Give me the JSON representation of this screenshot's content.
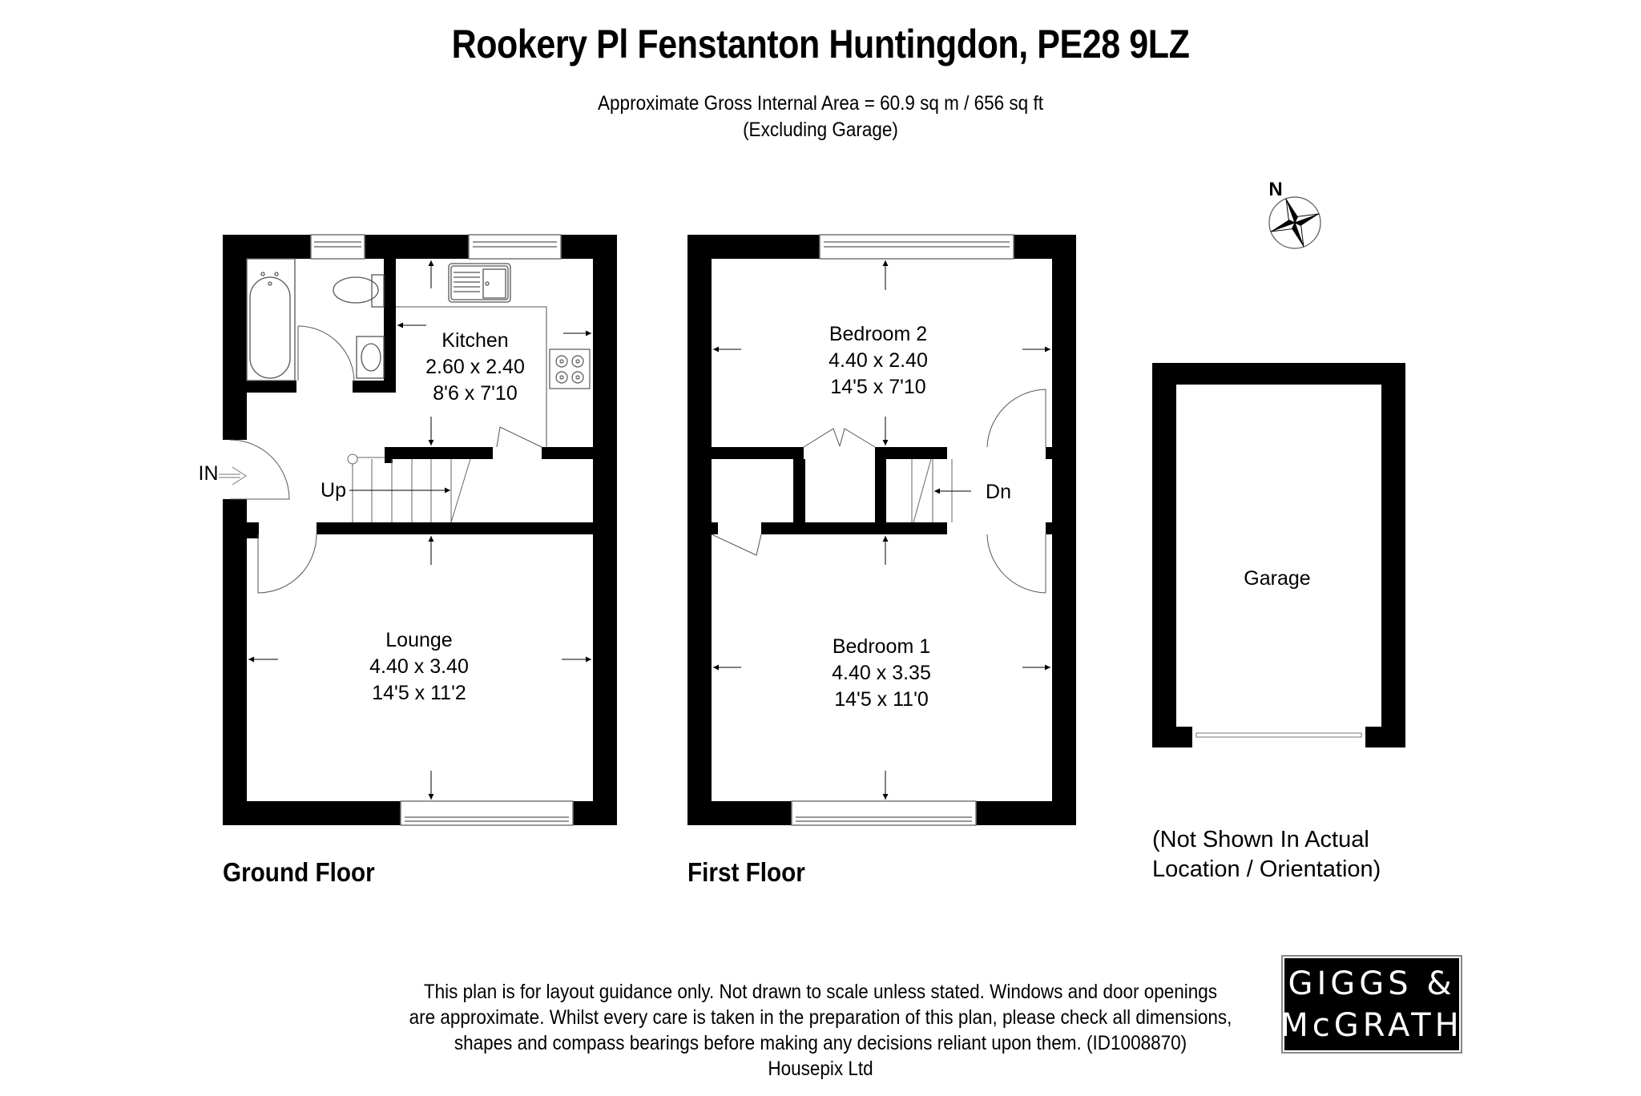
{
  "header": {
    "title": "Rookery Pl Fenstanton Huntingdon, PE28 9LZ",
    "area_line": "Approximate Gross Internal Area = 60.9 sq m / 656 sq ft",
    "area_note": "(Excluding Garage)"
  },
  "compass": {
    "label": "N",
    "icon": "compass-rose-icon"
  },
  "ground_floor": {
    "label": "Ground Floor",
    "entrance_label": "IN",
    "stairs_label": "Up",
    "rooms": [
      {
        "name": "Kitchen",
        "metric": "2.60 x 2.40",
        "imperial": "8'6 x 7'10"
      },
      {
        "name": "Lounge",
        "metric": "4.40 x 3.40",
        "imperial": "14'5 x 11'2"
      }
    ],
    "fixtures": [
      "bath",
      "toilet",
      "washbasin",
      "sink",
      "hob"
    ]
  },
  "first_floor": {
    "label": "First Floor",
    "stairs_label": "Dn",
    "rooms": [
      {
        "name": "Bedroom 2",
        "metric": "4.40 x 2.40",
        "imperial": "14'5 x 7'10"
      },
      {
        "name": "Bedroom 1",
        "metric": "4.40 x 3.35",
        "imperial": "14'5 x 11'0"
      }
    ]
  },
  "garage": {
    "name": "Garage",
    "note_line1": "(Not Shown In Actual",
    "note_line2": "Location / Orientation)"
  },
  "footer": {
    "line1": "This plan is for layout guidance only. Not drawn to scale unless stated. Windows and door openings",
    "line2": "are approximate. Whilst every care is taken in the preparation of this plan, please check all dimensions,",
    "line3": "shapes and compass bearings before making any decisions reliant upon them. (ID1008870)",
    "line4": "Housepix Ltd"
  },
  "logo": {
    "line1": "GIGGS &",
    "line2": "McGRATH"
  },
  "colors": {
    "wall": "#000000",
    "background": "#ffffff",
    "fixture_line": "#555555"
  }
}
